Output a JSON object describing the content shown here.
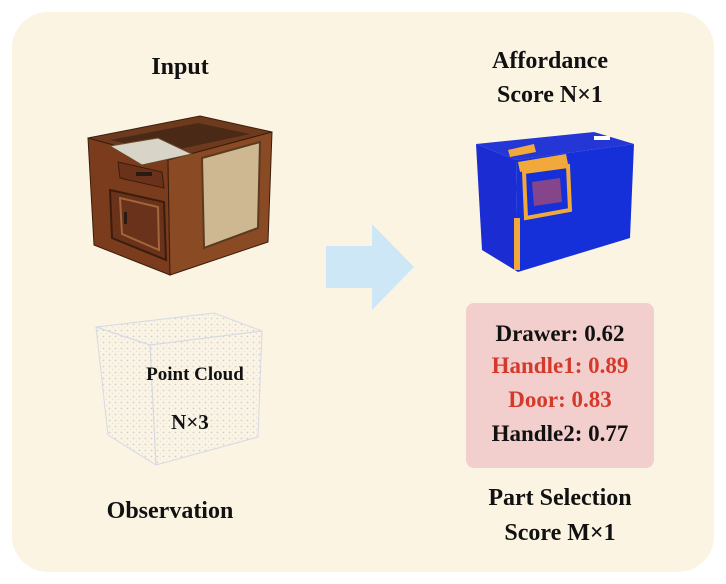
{
  "input": {
    "title": "Input"
  },
  "observation": {
    "title": "Observation",
    "overlay_label": "Point Cloud",
    "overlay_dims": "N×3"
  },
  "affordance": {
    "title_line1": "Affordance",
    "title_line2": "Score N×1"
  },
  "part_selection": {
    "title_line1": "Part Selection",
    "title_line2": "Score M×1",
    "scores": [
      {
        "text": "Drawer: 0.62",
        "highlight": false
      },
      {
        "text": "Handle1: 0.89",
        "highlight": true
      },
      {
        "text": "Door: 0.83",
        "highlight": true
      },
      {
        "text": "Handle2: 0.77",
        "highlight": false
      }
    ]
  },
  "colors": {
    "panel_background": "#fcf4e2",
    "arrow": "#cde7f7",
    "score_box": "#f2cfcd",
    "highlight_text": "#d33a2c",
    "normal_text": "#111111",
    "affordance_blue": "#1530d8",
    "affordance_orange": "#f2a93b"
  }
}
